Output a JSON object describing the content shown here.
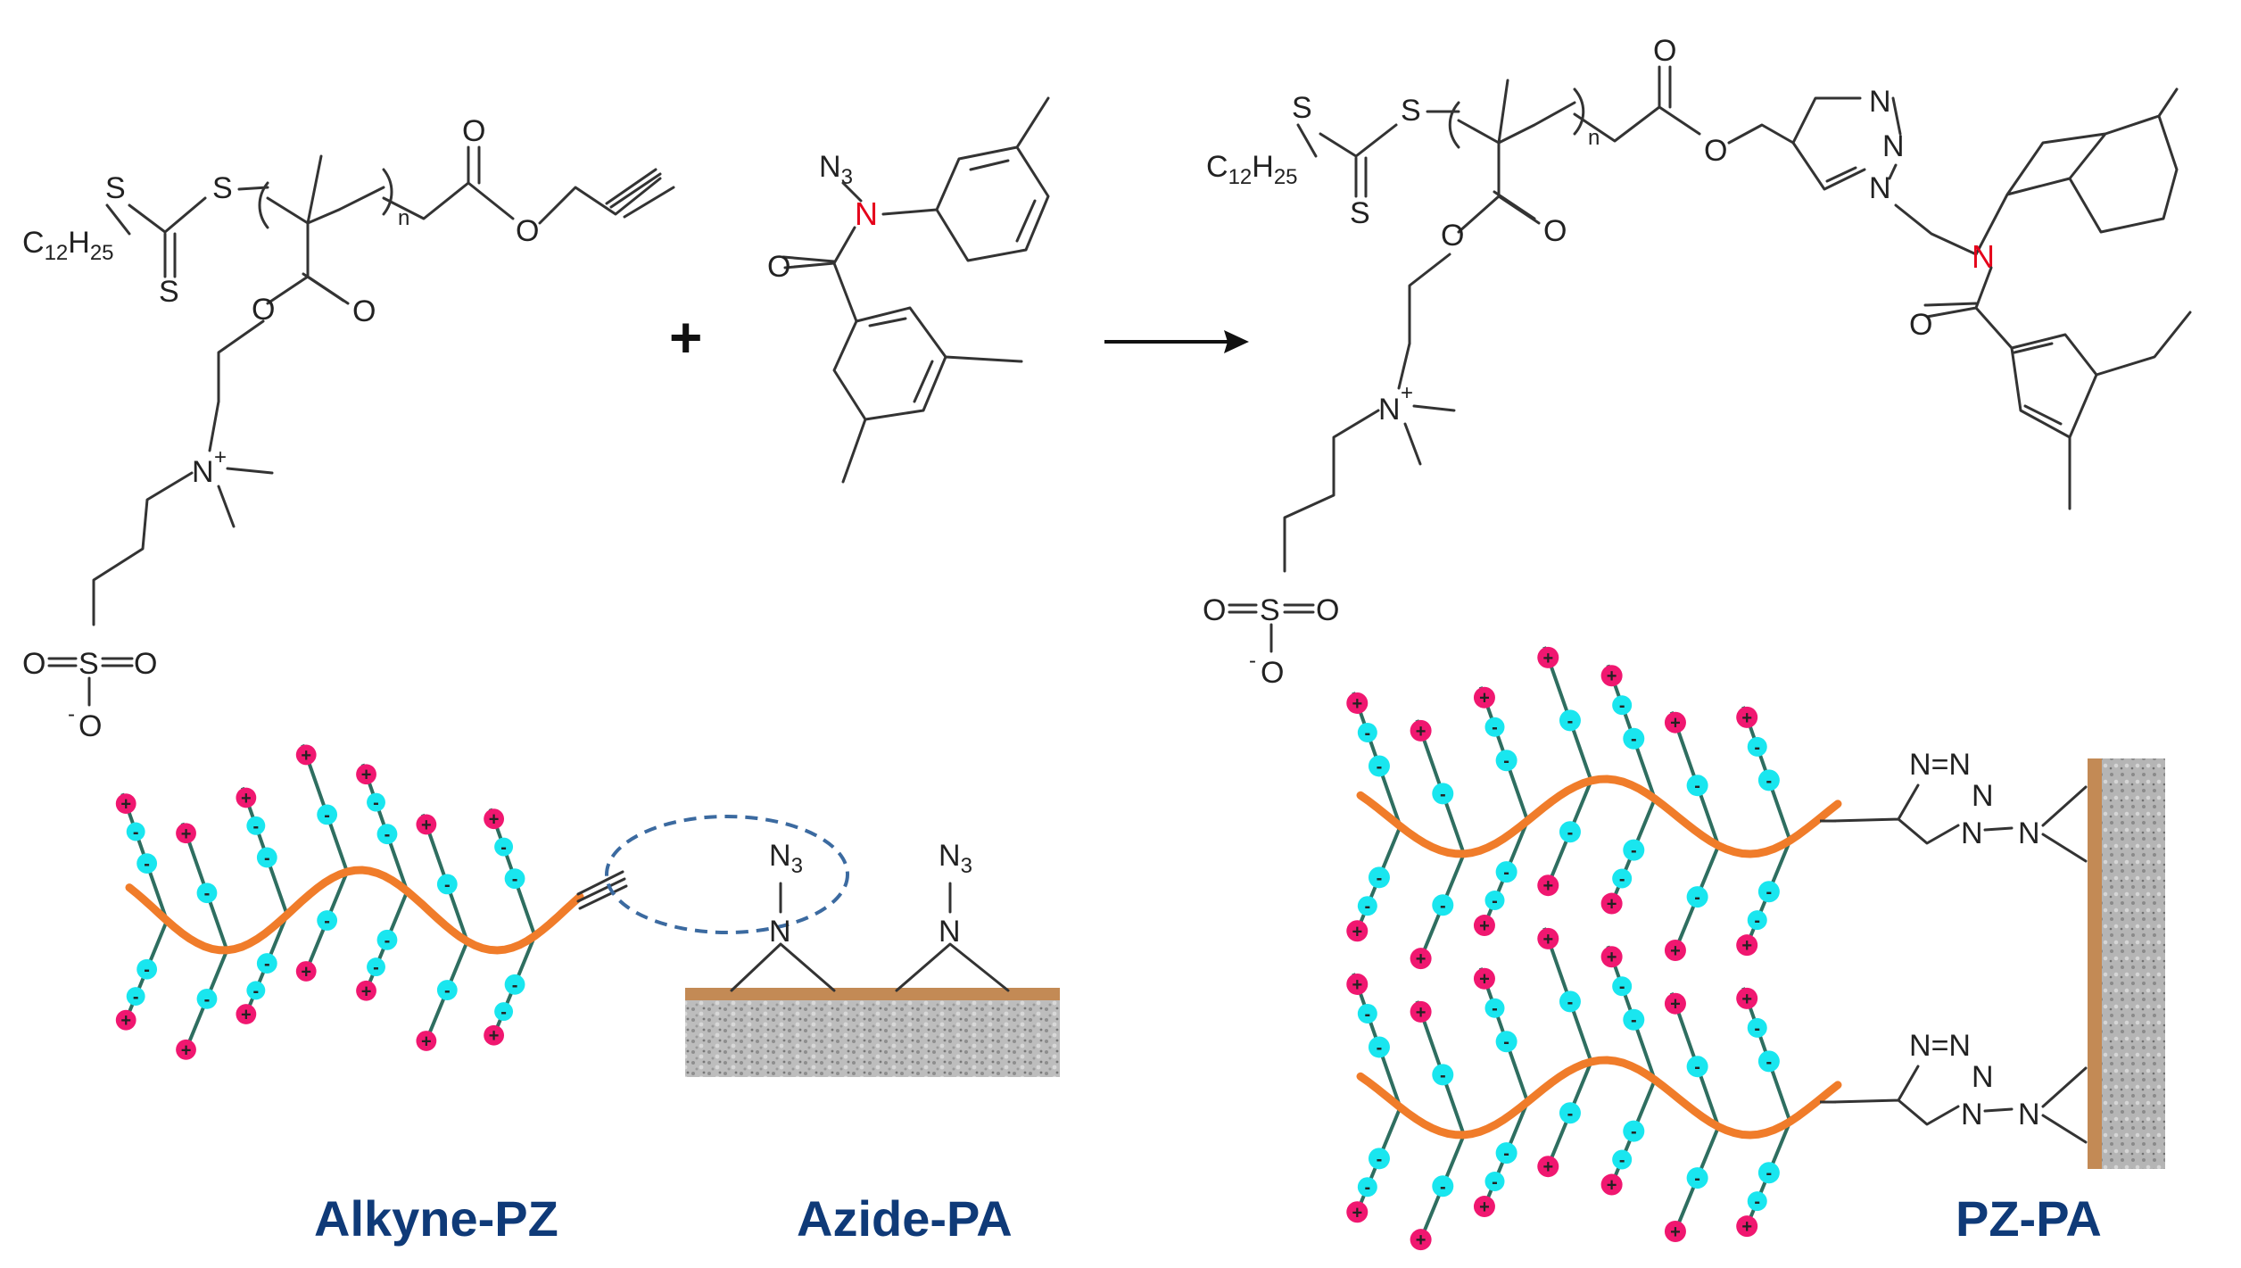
{
  "labels": {
    "alkyne_pz": "Alkyne-PZ",
    "azide_pa": "Azide-PA",
    "pz_pa": "PZ-PA",
    "plus": "+"
  },
  "atoms": {
    "c12": "C",
    "c12_sub1": "12",
    "h": "H",
    "c12_sub2": "25",
    "s": "S",
    "o": "O",
    "n": "N",
    "n_plus": "+",
    "n3_sub": "3",
    "n_sub": "n",
    "so3_minus": "-"
  },
  "colors": {
    "backbone": "#f07c2a",
    "anion_bead": "#19e6ef",
    "cation_bead": "#f01770",
    "tether": "#2e6e60",
    "caption": "#0f3a78",
    "amide_n": "#e5001a",
    "substrate_top": "#c38a55",
    "substrate_body": "#b9b9b9",
    "ellipse": "#3b6aa0"
  }
}
